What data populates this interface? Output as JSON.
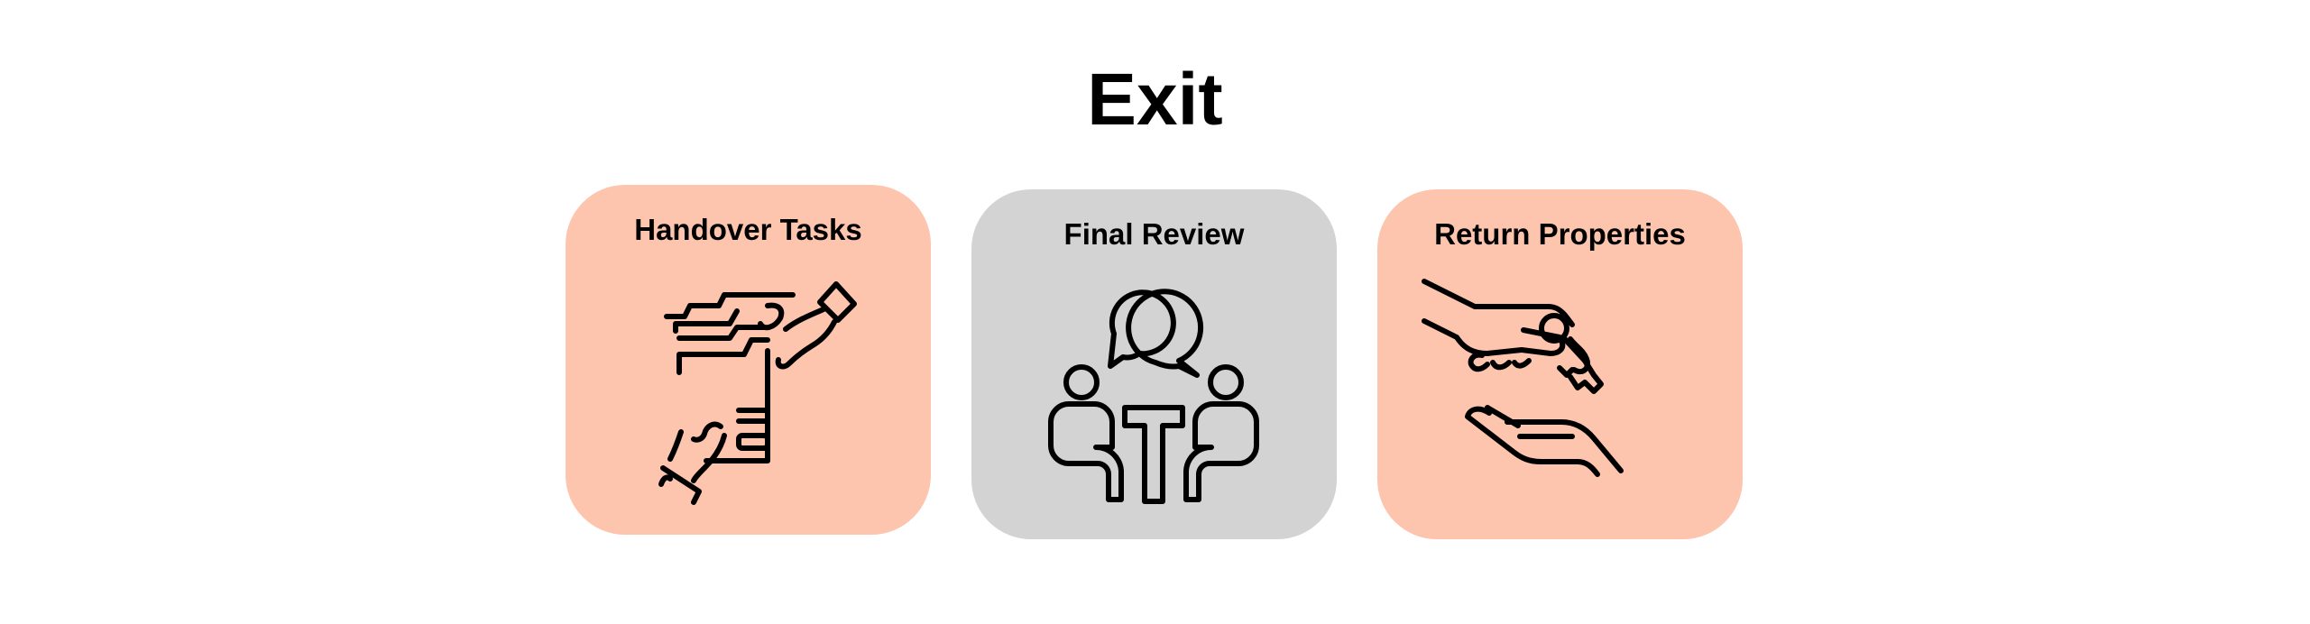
{
  "title": "Exit",
  "cards": [
    {
      "label": "Handover Tasks",
      "color": "#fdc4ae",
      "icon": "handover-tasks-icon"
    },
    {
      "label": "Final Review",
      "color": "#d3d3d3",
      "icon": "meeting-icon"
    },
    {
      "label": "Return Properties",
      "color": "#fdc4ae",
      "icon": "key-handover-icon"
    }
  ]
}
